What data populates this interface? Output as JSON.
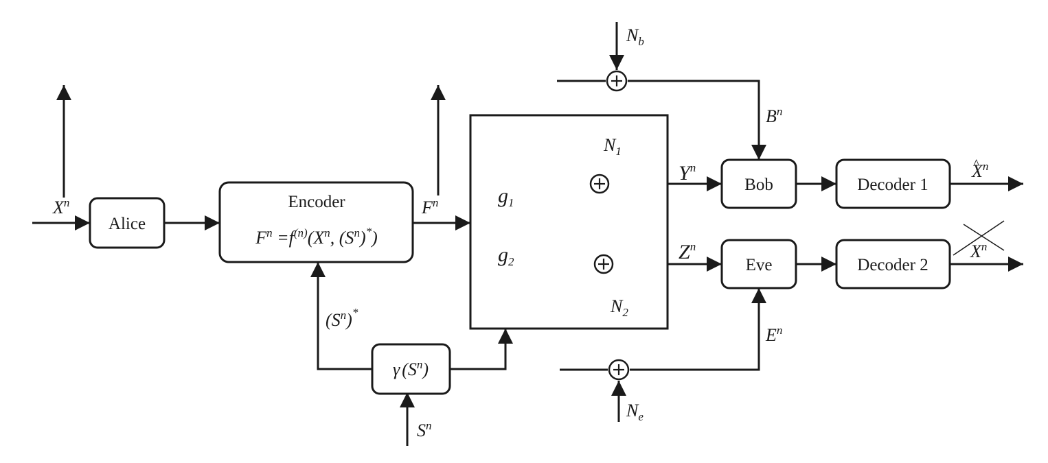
{
  "blocks": {
    "alice": "Alice",
    "encoder_title": "Encoder",
    "encoder_formula": {
      "F": "F",
      "F_sup": "n",
      "eq_f": " =f",
      "f_sup": "(n)",
      "args": "(X",
      "x_sup": "n",
      "comma": ", (S",
      "s_sup": "n",
      "close": ")",
      "star": "*",
      "end": ")"
    },
    "gamma": {
      "g": "γ",
      "open": "(S",
      "sup": "n",
      "close": ")"
    },
    "bob": "Bob",
    "eve": "Eve",
    "decoder1": "Decoder 1",
    "decoder2": "Decoder 2"
  },
  "signals": {
    "x_in": {
      "base": "X",
      "sup": "n"
    },
    "f_out": {
      "base": "F",
      "sup": "n"
    },
    "s_star": {
      "open": "(S",
      "sup_n": "n",
      "close": ")",
      "sup_star": "*"
    },
    "s_in": {
      "base": "S",
      "sup": "n"
    },
    "g1": {
      "base": "g",
      "sub": "1"
    },
    "g2": {
      "base": "g",
      "sub": "2"
    },
    "n1": {
      "base": "N",
      "sub": "1"
    },
    "n2": {
      "base": "N",
      "sub": "2"
    },
    "nb": {
      "base": "N",
      "sub": "b"
    },
    "ne": {
      "base": "N",
      "sub": "e"
    },
    "y": {
      "base": "Y",
      "sup": "n"
    },
    "z": {
      "base": "Z",
      "sup": "n"
    },
    "b": {
      "base": "B",
      "sup": "n"
    },
    "e": {
      "base": "E",
      "sup": "n"
    },
    "xhat": {
      "base": "X",
      "sup": "n",
      "hat": "^"
    },
    "xcross": {
      "base": "X",
      "sup": "n"
    }
  }
}
